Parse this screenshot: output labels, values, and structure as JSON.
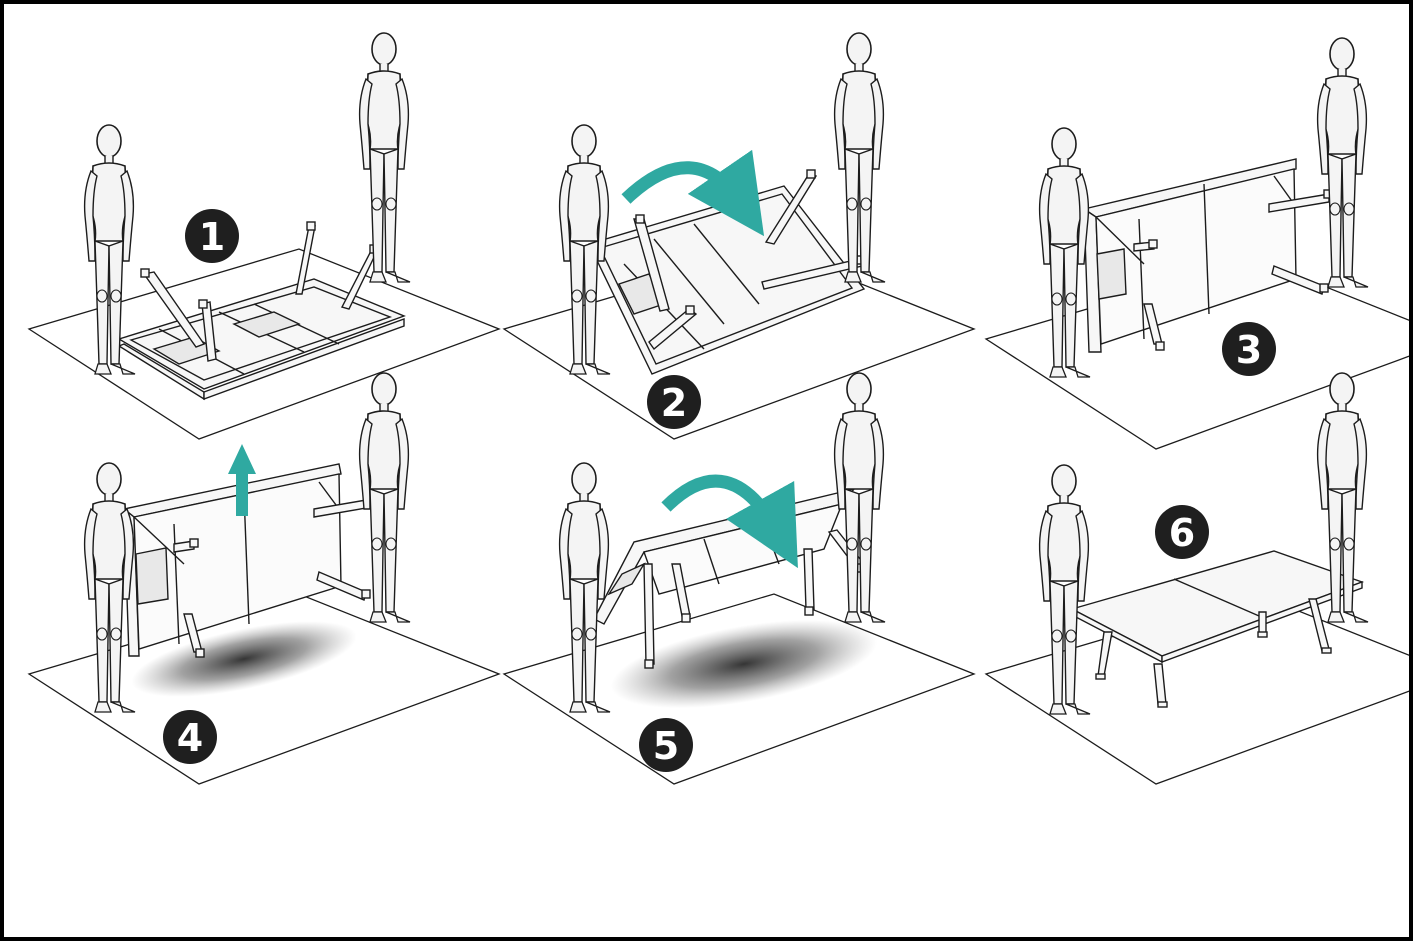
{
  "colors": {
    "arrow": "#2fa9a1",
    "ink": "#1c1c1c",
    "badge": "#1f1f1f",
    "frame": "#000000",
    "shadow": "#3a3a3a"
  },
  "steps": [
    {
      "label": "1",
      "arrow": "none"
    },
    {
      "label": "2",
      "arrow": "curved-rotate"
    },
    {
      "label": "3",
      "arrow": "none"
    },
    {
      "label": "4",
      "arrow": "up-lift"
    },
    {
      "label": "5",
      "arrow": "curved-rotate"
    },
    {
      "label": "6",
      "arrow": "none"
    }
  ]
}
